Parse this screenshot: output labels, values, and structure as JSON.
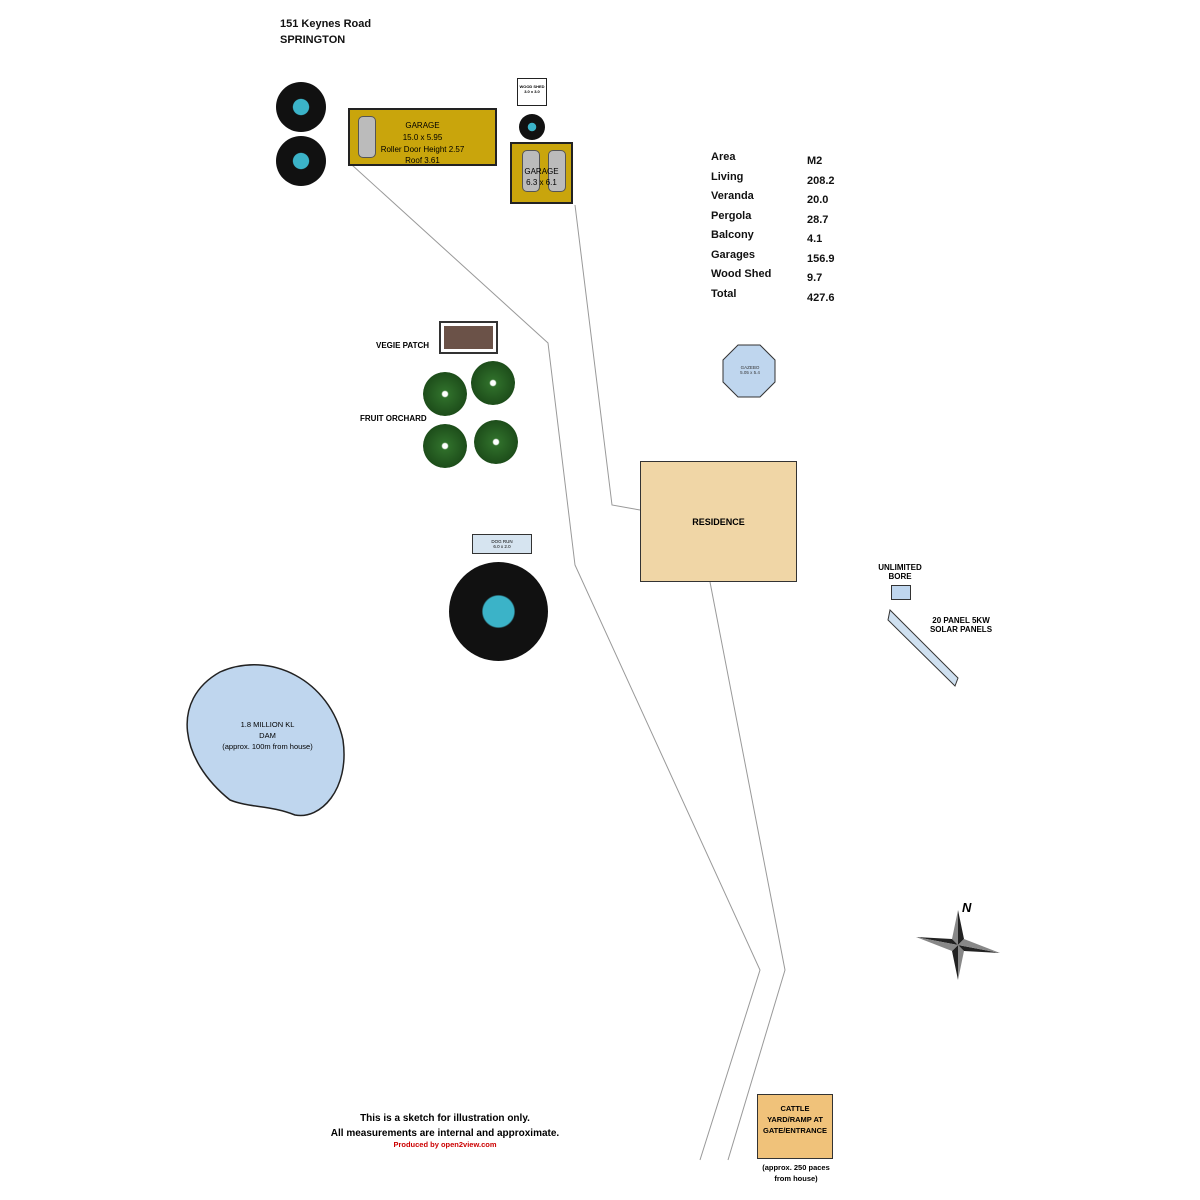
{
  "header": {
    "address": "151 Keynes Road",
    "suburb": "SPRINGTON"
  },
  "areas": {
    "col1": "Area",
    "col2": "M2",
    "rows": [
      {
        "name": "Living",
        "value": "208.2"
      },
      {
        "name": "Veranda",
        "value": "20.0"
      },
      {
        "name": "Pergola",
        "value": "28.7"
      },
      {
        "name": "Balcony",
        "value": "4.1"
      },
      {
        "name": "Garages",
        "value": "156.9"
      },
      {
        "name": "Wood Shed",
        "value": "9.7"
      },
      {
        "name": "Total",
        "value": "427.6"
      }
    ]
  },
  "garage1": {
    "title": "GARAGE",
    "size": "15.0 x 5.95",
    "door": "Roller Door Height 2.57",
    "roof": "Roof 3.61"
  },
  "garage2": {
    "title": "GARAGE",
    "size": "6.3 x 6.1"
  },
  "woodshed": {
    "title": "WOOD SHED",
    "size": "3.0 x 3.0"
  },
  "vegie": "VEGIE PATCH",
  "orchard": "FRUIT ORCHARD",
  "gazebo": {
    "title": "GAZEBO",
    "size": "5.05 x 5.4"
  },
  "residence": "RESIDENCE",
  "bore": "UNLIMITED BORE",
  "solar": "20 PANEL 5KW SOLAR PANELS",
  "dogrun": {
    "title": "DOG RUN",
    "size": "6.0 x 2.0"
  },
  "dam": {
    "l1": "1.8 MILLION KL",
    "l2": "DAM",
    "l3": "(approx. 100m from house)"
  },
  "cattle": {
    "title": "CATTLE YARD/RAMP AT GATE/ENTRANCE",
    "note": "(approx. 250 paces from house)"
  },
  "compass": "N",
  "footer": {
    "l1": "This is a sketch for illustration only.",
    "l2": "All measurements are internal and approximate.",
    "l3": "Produced by open2view.com"
  },
  "colors": {
    "garage": "#c9a50c",
    "residence": "#f0d6a6",
    "water": "#bfd6ee",
    "footer_red": "#cc0000"
  }
}
